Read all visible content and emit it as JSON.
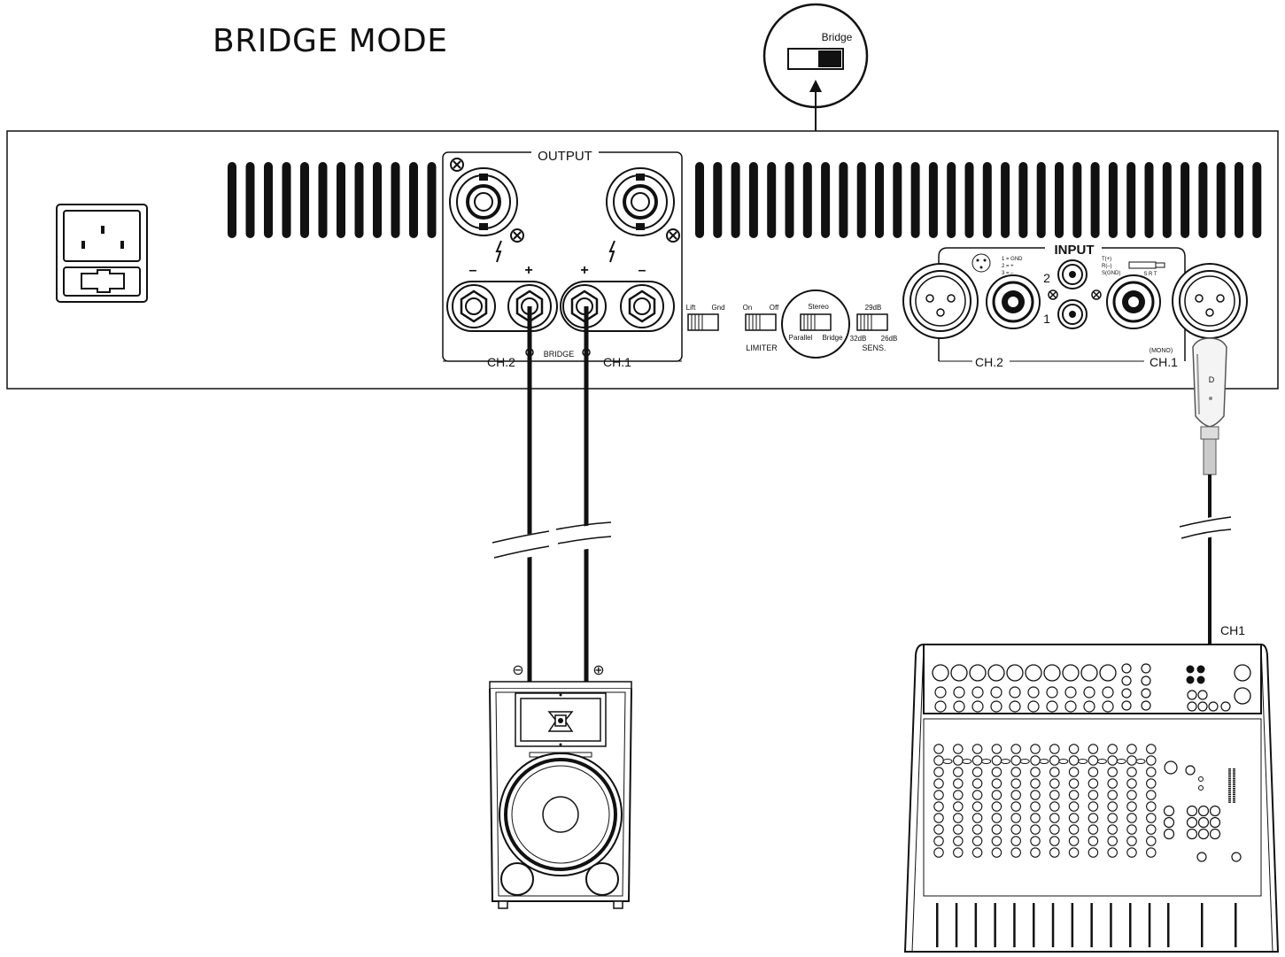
{
  "title": "BRIDGE MODE",
  "zoom_callout": {
    "label": "Bridge"
  },
  "amplifier": {
    "output": {
      "title": "OUTPUT",
      "minus": "–",
      "plus": "+",
      "ch2": "CH.2",
      "ch1": "CH.1",
      "bridge": "BRIDGE"
    },
    "ground_switch": {
      "lift": "Lift",
      "gnd": "Gnd"
    },
    "limiter": {
      "on": "On",
      "off": "Off",
      "label": "LIMITER"
    },
    "mode_switch": {
      "stereo": "Stereo",
      "parallel": "Parallel",
      "bridge": "Bridge"
    },
    "sens": {
      "db29": "29dB",
      "db32": "32dB",
      "db26": "26dB",
      "label": "SENS."
    },
    "input": {
      "title": "INPUT",
      "xlr_pins": {
        "p1": "1 = GND",
        "p2": "2 =  +",
        "p3": "3 =  –"
      },
      "trs": {
        "t": "T(+)",
        "r": "R(–)",
        "s": "S(GND)",
        "srt": "S R T"
      },
      "rca2": "2",
      "rca1": "1",
      "ch2": "CH.2",
      "mono": "(MONO)",
      "ch1": "CH.1"
    }
  },
  "speaker": {
    "minus_symbol": "⊖",
    "plus_symbol": "⊕"
  },
  "mixer": {
    "channel_label": "CH1"
  }
}
